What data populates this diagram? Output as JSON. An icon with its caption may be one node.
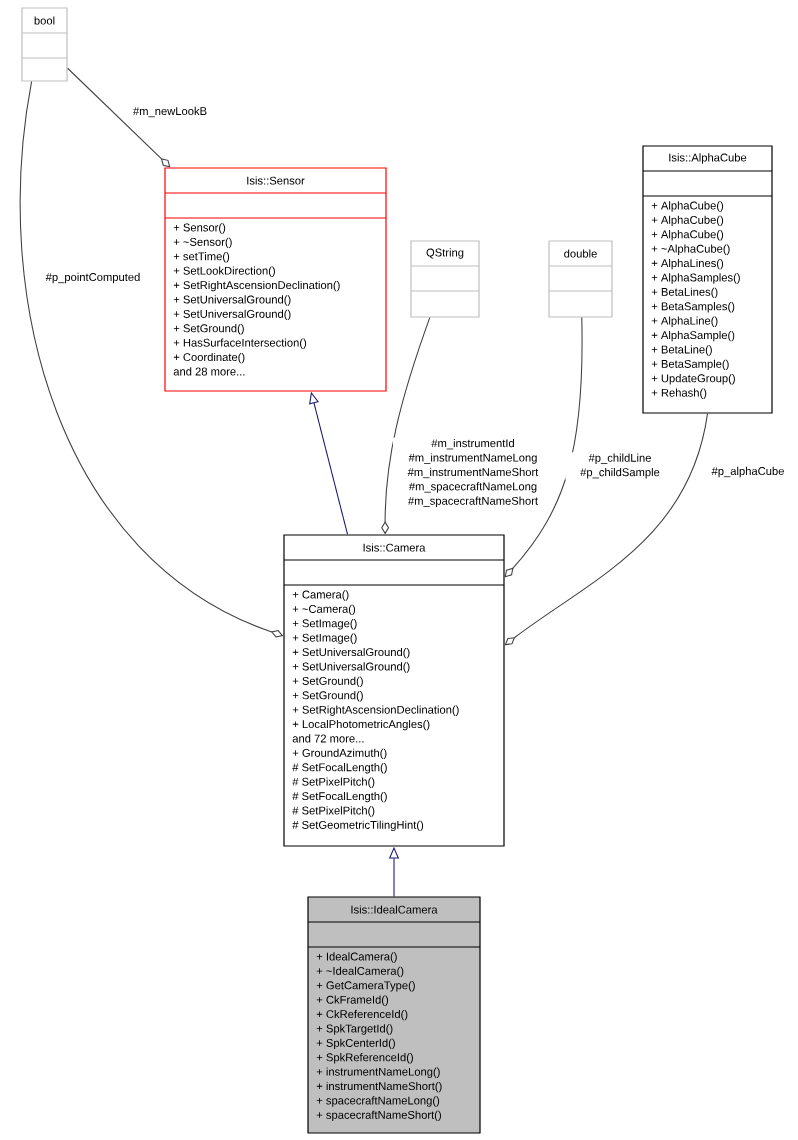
{
  "diagram": {
    "nodes": [
      {
        "text": [
          "bool"
        ]
      },
      {
        "text": [
          "Isis::Sensor",
          "+ Sensor()",
          "+ ~Sensor()",
          "+ setTime()",
          "+ SetLookDirection()",
          "+ SetRightAscensionDeclination()",
          "+ SetUniversalGround()",
          "+ SetUniversalGround()",
          "+ SetGround()",
          "+ HasSurfaceIntersection()",
          "+ Coordinate()",
          "and 28 more..."
        ]
      },
      {
        "text": [
          "QString"
        ]
      },
      {
        "text": [
          "double"
        ]
      },
      {
        "text": [
          "Isis::AlphaCube",
          "+ AlphaCube()",
          "+ AlphaCube()",
          "+ AlphaCube()",
          "+ ~AlphaCube()",
          "+ AlphaLines()",
          "+ AlphaSamples()",
          "+ BetaLines()",
          "+ BetaSamples()",
          "+ AlphaLine()",
          "+ AlphaSample()",
          "+ BetaLine()",
          "+ BetaSample()",
          "+ UpdateGroup()",
          "+ Rehash()"
        ]
      },
      {
        "text": [
          "Isis::Camera",
          "+ Camera()",
          "+ ~Camera()",
          "+ SetImage()",
          "+ SetImage()",
          "+ SetUniversalGround()",
          "+ SetUniversalGround()",
          "+ SetGround()",
          "+ SetGround()",
          "+ SetRightAscensionDeclination()",
          "+ LocalPhotometricAngles()",
          "and 72 more...",
          "+ GroundAzimuth()",
          "# SetFocalLength()",
          "# SetPixelPitch()",
          "# SetFocalLength()",
          "# SetPixelPitch()",
          "# SetGeometricTilingHint()"
        ]
      },
      {
        "text": [
          "Isis::IdealCamera",
          "+ IdealCamera()",
          "+ ~IdealCamera()",
          "+ GetCameraType()",
          "+ CkFrameId()",
          "+ CkReferenceId()",
          "+ SpkTargetId()",
          "+ SpkCenterId()",
          "+ SpkReferenceId()",
          "+ instrumentNameLong()",
          "+ instrumentNameShort()",
          "+ spacecraftNameLong()",
          "+ spacecraftNameShort()"
        ]
      }
    ],
    "edges": [
      {
        "from": 0,
        "to": 5,
        "arrow": "other",
        "label": "#p_pointComputed"
      },
      {
        "from": 0,
        "to": 1,
        "arrow": "other",
        "label": "#m_newLookB"
      },
      {
        "from": 2,
        "to": 5,
        "arrow": "other",
        "label": "#m_instrumentId #m_instrumentNameLong #m_instrumentNameShort #m_spacecraftNameLong #m_spacecraftNameShort"
      },
      {
        "from": 3,
        "to": 5,
        "arrow": "other",
        "label": "#p_childLine #p_childSample"
      },
      {
        "from": 4,
        "to": 5,
        "arrow": "other",
        "label": "#p_alphaCube"
      },
      {
        "from": 5,
        "to": 1,
        "arrow": "to",
        "color": "#191970"
      },
      {
        "from": 6,
        "to": 5,
        "arrow": "to",
        "color": "#191970"
      }
    ]
  }
}
